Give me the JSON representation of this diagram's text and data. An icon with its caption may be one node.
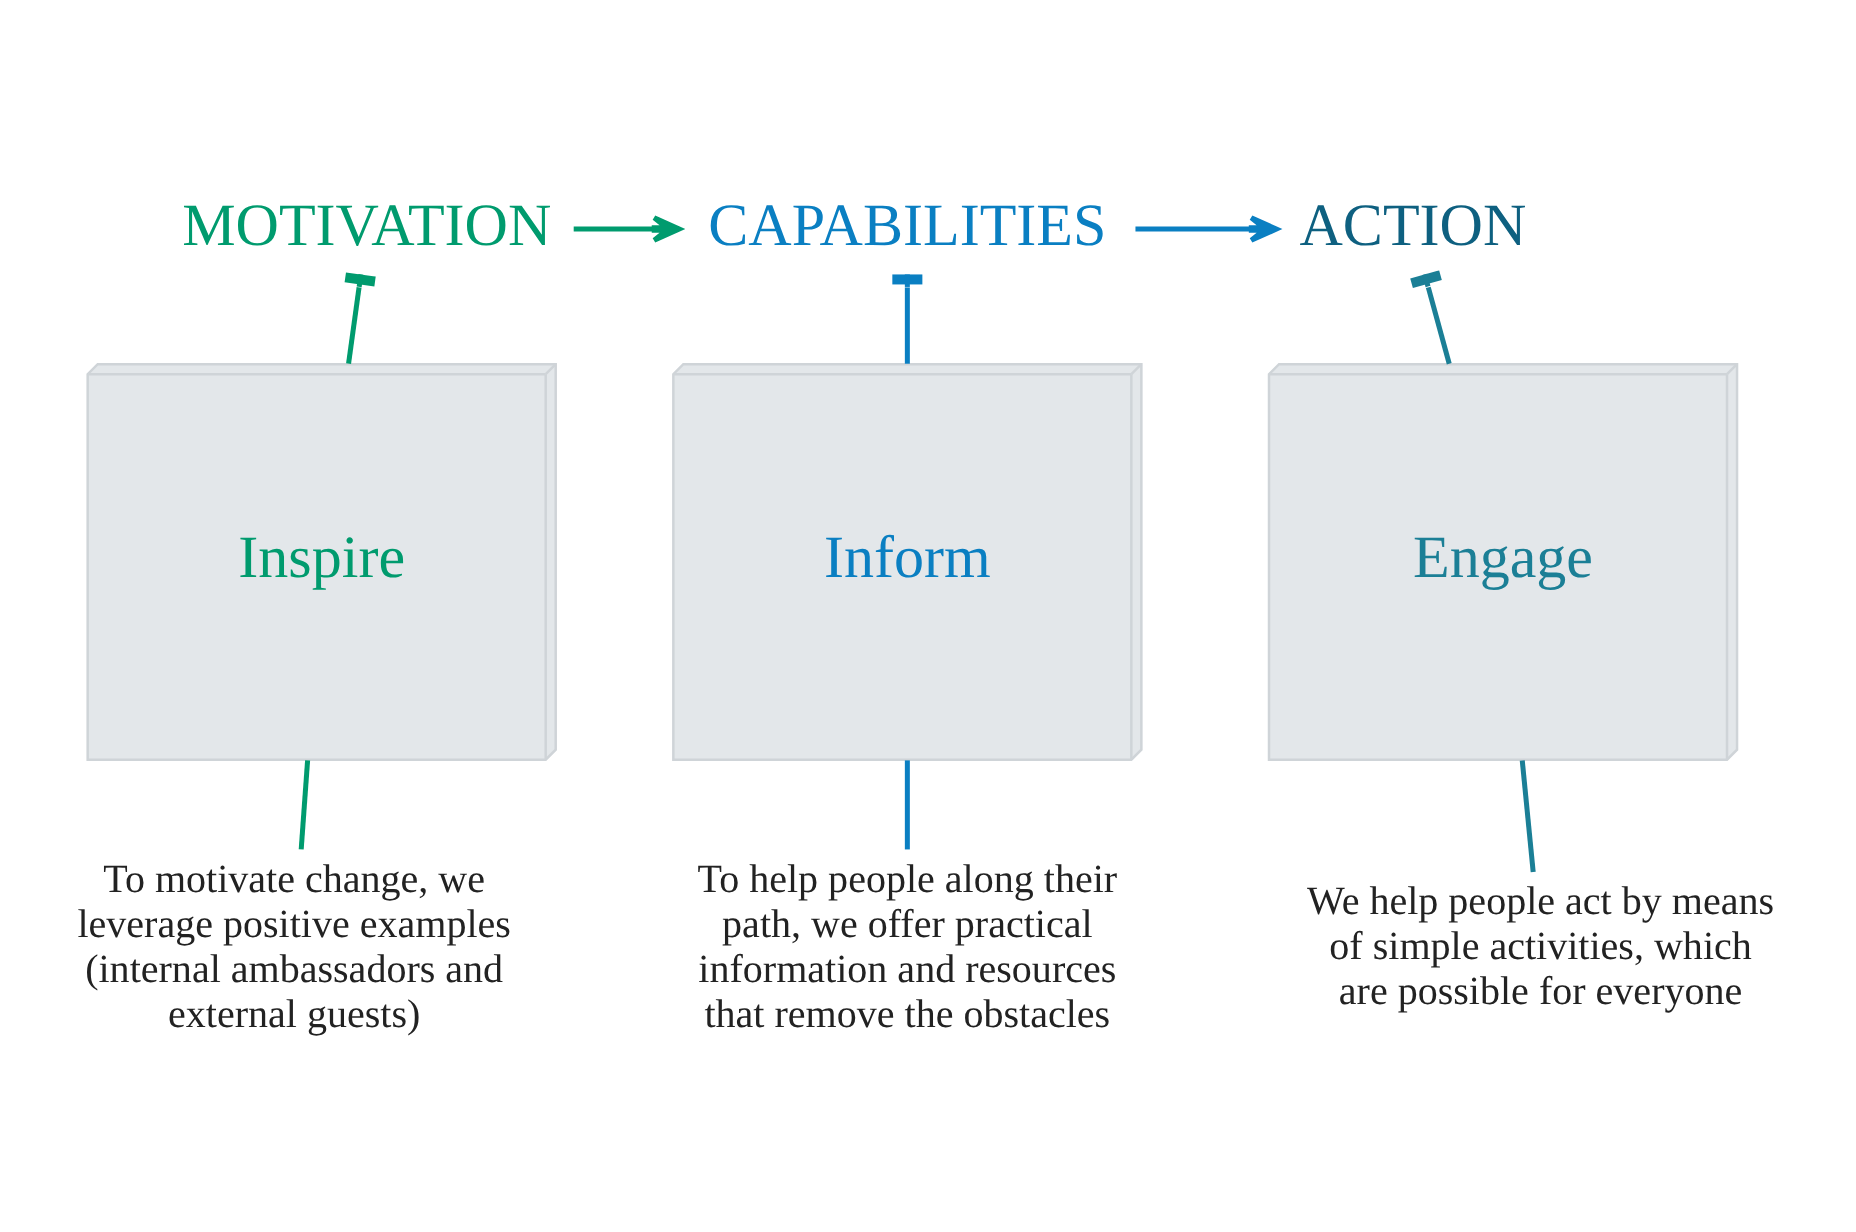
{
  "diagram": {
    "nodes": [
      {
        "text": [
          "MOTIVATION"
        ]
      },
      {
        "text": [
          "CAPABILITIES"
        ]
      },
      {
        "text": [
          "ACTION"
        ]
      },
      {
        "text": [
          "Inspire"
        ]
      },
      {
        "text": [
          "Inform"
        ]
      },
      {
        "text": [
          "Engage"
        ]
      },
      {
        "text": [
          "To motivate change, we leverage positive examples (internal ambassadors and external guests)"
        ]
      },
      {
        "text": [
          "To help people along their path, we offer practical information and resources that remove the obstacles"
        ]
      },
      {
        "text": [
          "We help people act by means of simple activities, which are possible for everyone"
        ]
      }
    ],
    "edges": [
      {
        "from": 0,
        "to": 1,
        "arrow": "to",
        "color": "#009b6e"
      },
      {
        "from": 1,
        "to": 2,
        "arrow": "to",
        "color": "#0a7fc2"
      },
      {
        "from": 0,
        "to": 3,
        "arrow": "other",
        "color": "#009b6e"
      },
      {
        "from": 1,
        "to": 4,
        "arrow": "other",
        "color": "#0a7fc2"
      },
      {
        "from": 2,
        "to": 5,
        "arrow": "other",
        "color": "#1b7f96"
      },
      {
        "from": 3,
        "to": 6,
        "arrow": "none",
        "color": "#009b6e"
      },
      {
        "from": 4,
        "to": 7,
        "arrow": "none",
        "color": "#0a7fc2"
      },
      {
        "from": 5,
        "to": 8,
        "arrow": "none",
        "color": "#1b7f96"
      }
    ]
  }
}
